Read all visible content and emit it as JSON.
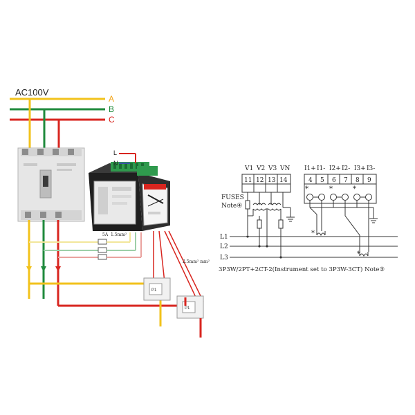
{
  "supply": {
    "voltage_label": "AC100V",
    "phases": [
      {
        "label": "A",
        "color": "#f2c21b"
      },
      {
        "label": "B",
        "color": "#1f8a3c"
      },
      {
        "label": "C",
        "color": "#d8251f"
      }
    ]
  },
  "wiring_photo": {
    "aux_labels": [
      "L",
      "N"
    ],
    "fuse_label": "5A",
    "wire_size_small": "1.5mm²",
    "wire_size_large": "2.5mm² mm²",
    "ct_labels": [
      "P1",
      "P1"
    ]
  },
  "schematic": {
    "voltage_terminals": [
      {
        "name": "V1",
        "number": "11"
      },
      {
        "name": "V2",
        "number": "12"
      },
      {
        "name": "V3",
        "number": "13"
      },
      {
        "name": "VN",
        "number": "14"
      }
    ],
    "current_terminals": [
      {
        "name": "I1+",
        "number": "4"
      },
      {
        "name": "I1-",
        "number": "5"
      },
      {
        "name": "I2+",
        "number": "6"
      },
      {
        "name": "I2-",
        "number": "7"
      },
      {
        "name": "I3+",
        "number": "8"
      },
      {
        "name": "I3-",
        "number": "9"
      }
    ],
    "fuses_label": "FUSES",
    "fuses_note": "Note④",
    "lines": [
      "L1",
      "L2",
      "L3"
    ],
    "polarity_mark": "*",
    "caption": "3P3W/2PT+2CT-2(Instrument set to 3P3W-3CT) Note③"
  },
  "colors": {
    "yellow": "#f2c21b",
    "green": "#1f8a3c",
    "red": "#d8251f",
    "meter_body": "#2a2a2a"
  }
}
